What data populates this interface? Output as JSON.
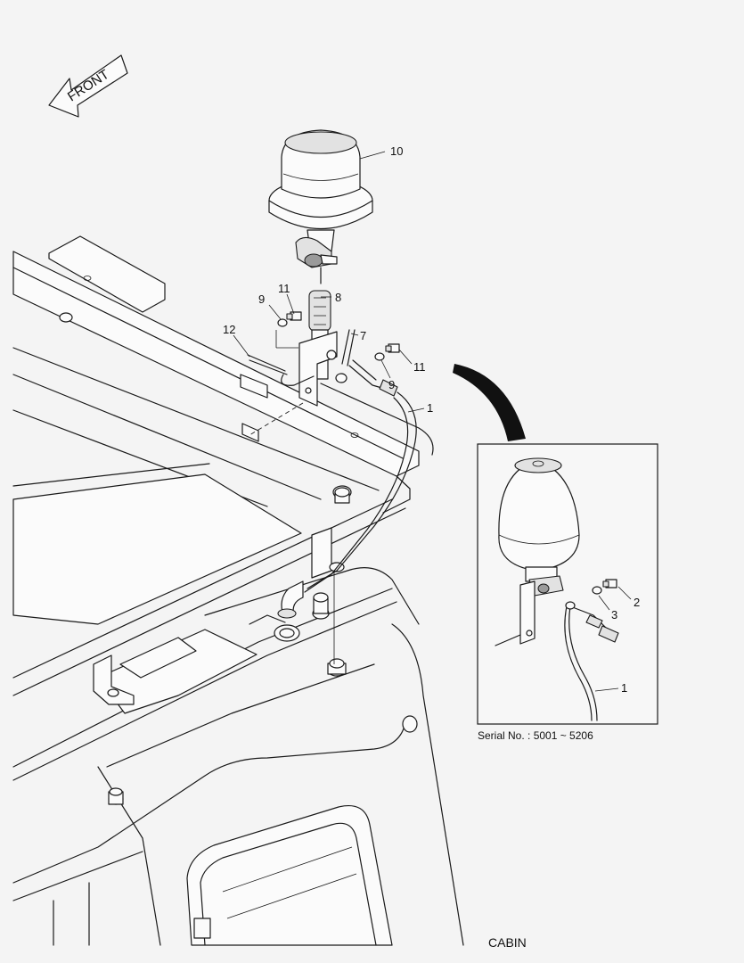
{
  "front_arrow": {
    "label": "FRONT"
  },
  "callouts": [
    {
      "id": "10",
      "text": "10"
    },
    {
      "id": "8",
      "text": "8"
    },
    {
      "id": "11a",
      "text": "11"
    },
    {
      "id": "9a",
      "text": "9"
    },
    {
      "id": "7",
      "text": "7"
    },
    {
      "id": "12",
      "text": "12"
    },
    {
      "id": "11b",
      "text": "11"
    },
    {
      "id": "9b",
      "text": "9"
    },
    {
      "id": "1a",
      "text": "1"
    }
  ],
  "detail_view": {
    "callouts": [
      {
        "id": "2",
        "text": "2"
      },
      {
        "id": "3",
        "text": "3"
      },
      {
        "id": "1b",
        "text": "1"
      }
    ],
    "caption": "Serial No. : 5001 ~ 5206"
  },
  "section_label": "CABIN"
}
